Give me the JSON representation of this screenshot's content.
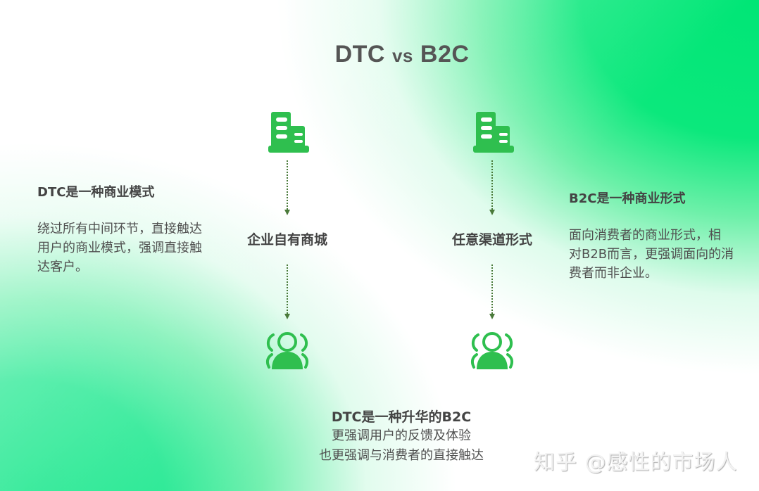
{
  "title": {
    "left": "DTC",
    "vs": "vs",
    "right": "B2C"
  },
  "colors": {
    "accent": "#2fbf4f",
    "arrow": "#4a7a3a",
    "text": "#444444",
    "bg_green": "#00e676"
  },
  "columns": [
    {
      "id": "dtc",
      "top_icon": "building-icon",
      "channel": "企业自有商城",
      "bottom_icon": "users-icon"
    },
    {
      "id": "b2c",
      "top_icon": "building-icon",
      "channel": "任意渠道形式",
      "bottom_icon": "users-icon"
    }
  ],
  "left_note": {
    "title": "DTC是一种商业模式",
    "lines": [
      "绕过所有中间环节，直接触达",
      "用户的商业模式，强调直接触",
      "达客户。"
    ]
  },
  "right_note": {
    "title": "B2C是一种商业形式",
    "lines": [
      "面向消费者的商业形式，相",
      "对B2B而言，更强调面向的消",
      "费者而非企业。"
    ]
  },
  "conclusion": {
    "title": "DTC是一种升华的B2C",
    "lines": [
      "更强调用户的反馈及体验",
      "也更强调与消费者的直接触达"
    ]
  },
  "watermark": "知乎 @感性的市场人"
}
